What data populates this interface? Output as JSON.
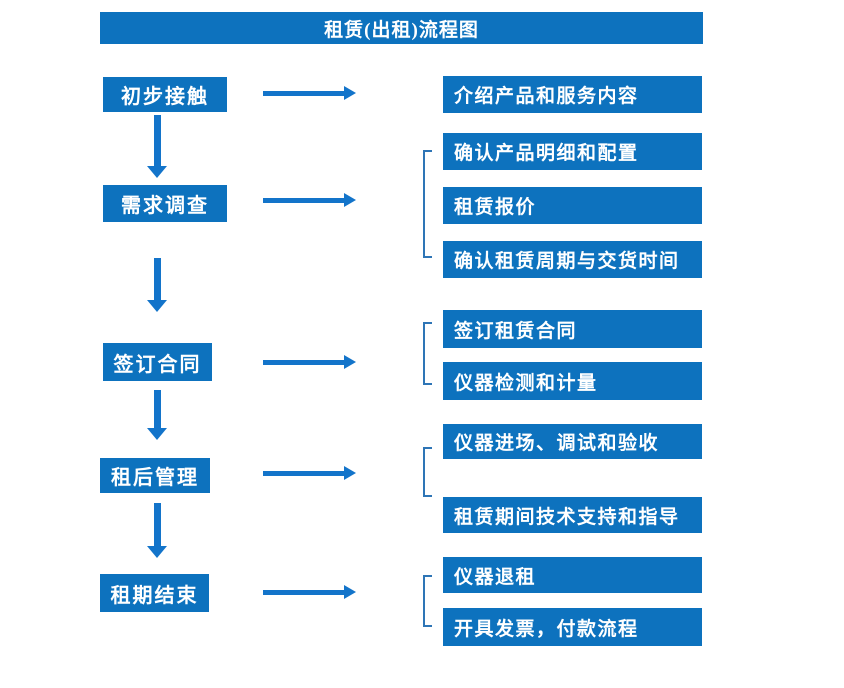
{
  "title": "租赁(出租)流程图",
  "colors": {
    "box": "#0d72be",
    "arrow": "#1374ca",
    "bracket": "#2e75b6",
    "text": "#ffffff",
    "background": "#ffffff"
  },
  "steps": [
    {
      "label": "初步接触",
      "children": [
        "介绍产品和服务内容"
      ]
    },
    {
      "label": "需求调查",
      "children": [
        "确认产品明细和配置",
        "租赁报价",
        "确认租赁周期与交货时间"
      ]
    },
    {
      "label": "签订合同",
      "children": [
        "签订租赁合同",
        "仪器检测和计量"
      ]
    },
    {
      "label": "租后管理",
      "children": [
        "仪器进场、调试和验收",
        "租赁期间技术支持和指导"
      ]
    },
    {
      "label": "租期结束",
      "children": [
        "仪器退租",
        "开具发票，付款流程"
      ]
    }
  ]
}
